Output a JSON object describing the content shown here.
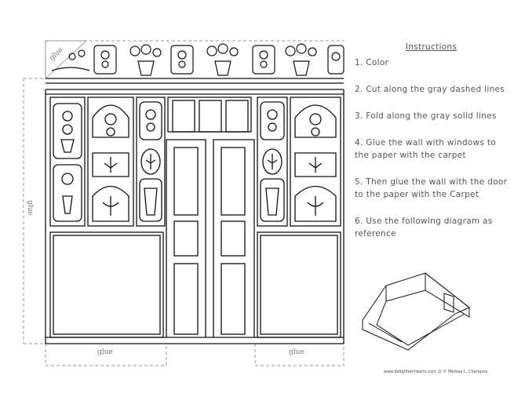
{
  "instructions": {
    "title": "Instructions",
    "steps": [
      "1. Color",
      "2. Cut along the gray dashed lines",
      "3. Fold along the gray solid lines",
      "4. Glue the wall with windows to the paper with the carpet",
      "5. Then glue the wall with the door to the paper with the Carpet",
      "6. Use the following diagram as reference"
    ]
  },
  "glue_labels": {
    "top_corner": "glue",
    "left_side": "glue",
    "bottom_left": "glue",
    "bottom_right": "glue"
  },
  "footer": {
    "website": "www.delighted-hearts.com",
    "copyright": "© Melissa L. Charopoa"
  }
}
